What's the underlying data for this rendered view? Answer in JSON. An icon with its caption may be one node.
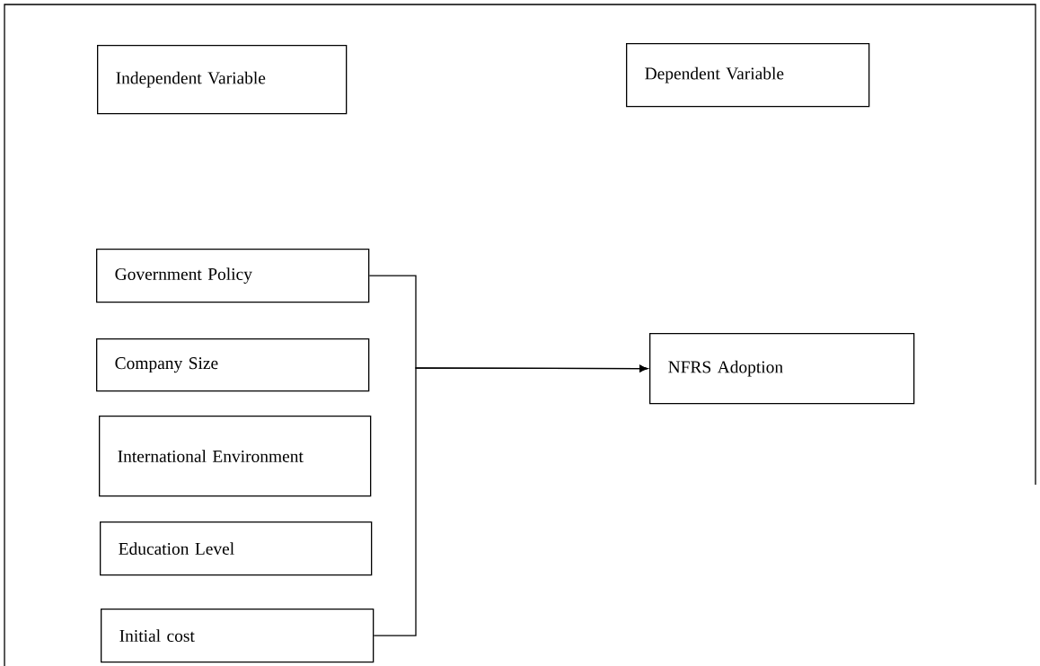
{
  "diagram": {
    "nodes": [
      {
        "text": [
          "Independent Variable"
        ]
      },
      {
        "text": [
          "Dependent Variable"
        ]
      },
      {
        "text": [
          "Government Policy"
        ]
      },
      {
        "text": [
          "Company Size"
        ]
      },
      {
        "text": [
          "International Environment"
        ]
      },
      {
        "text": [
          "Education Level"
        ]
      },
      {
        "text": [
          "Initial cost"
        ]
      },
      {
        "text": [
          "NFRS Adoption"
        ]
      }
    ],
    "edges": [
      {
        "from": 2,
        "to": 7,
        "arrow": "to"
      },
      {
        "from": 6,
        "to": 7,
        "arrow": "to"
      }
    ]
  }
}
